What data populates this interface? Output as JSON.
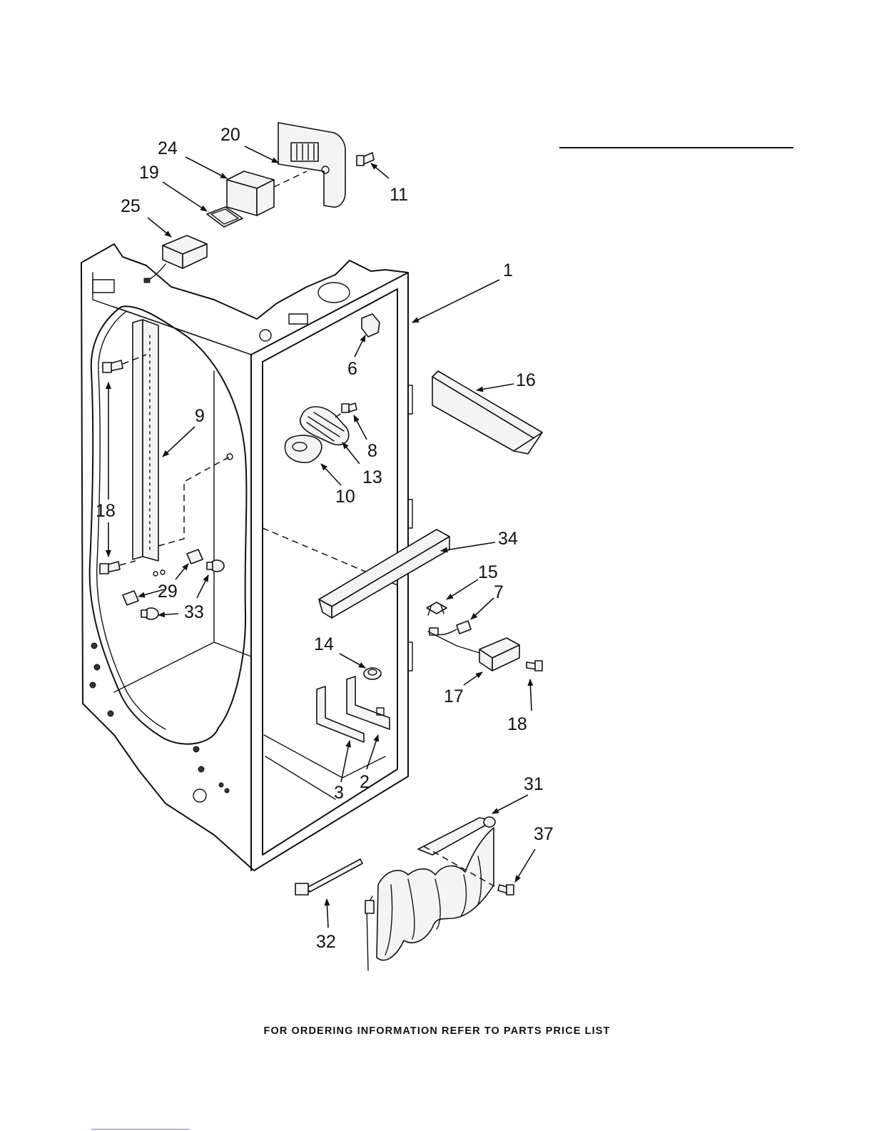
{
  "callouts": [
    {
      "id": "c1",
      "label": "1"
    },
    {
      "id": "c2",
      "label": "2"
    },
    {
      "id": "c3",
      "label": "3"
    },
    {
      "id": "c6",
      "label": "6"
    },
    {
      "id": "c7",
      "label": "7"
    },
    {
      "id": "c8",
      "label": "8"
    },
    {
      "id": "c9",
      "label": "9"
    },
    {
      "id": "c10",
      "label": "10"
    },
    {
      "id": "c11",
      "label": "11"
    },
    {
      "id": "c13",
      "label": "13"
    },
    {
      "id": "c14",
      "label": "14"
    },
    {
      "id": "c15",
      "label": "15"
    },
    {
      "id": "c16",
      "label": "16"
    },
    {
      "id": "c17",
      "label": "17"
    },
    {
      "id": "c18a",
      "label": "18"
    },
    {
      "id": "c18b",
      "label": "18"
    },
    {
      "id": "c19",
      "label": "19"
    },
    {
      "id": "c20",
      "label": "20"
    },
    {
      "id": "c24",
      "label": "24"
    },
    {
      "id": "c25",
      "label": "25"
    },
    {
      "id": "c29",
      "label": "29"
    },
    {
      "id": "c31",
      "label": "31"
    },
    {
      "id": "c32",
      "label": "32"
    },
    {
      "id": "c33",
      "label": "33"
    },
    {
      "id": "c34",
      "label": "34"
    },
    {
      "id": "c37",
      "label": "37"
    }
  ],
  "footer": {
    "text": "FOR ORDERING INFORMATION REFER TO PARTS PRICE LIST"
  }
}
